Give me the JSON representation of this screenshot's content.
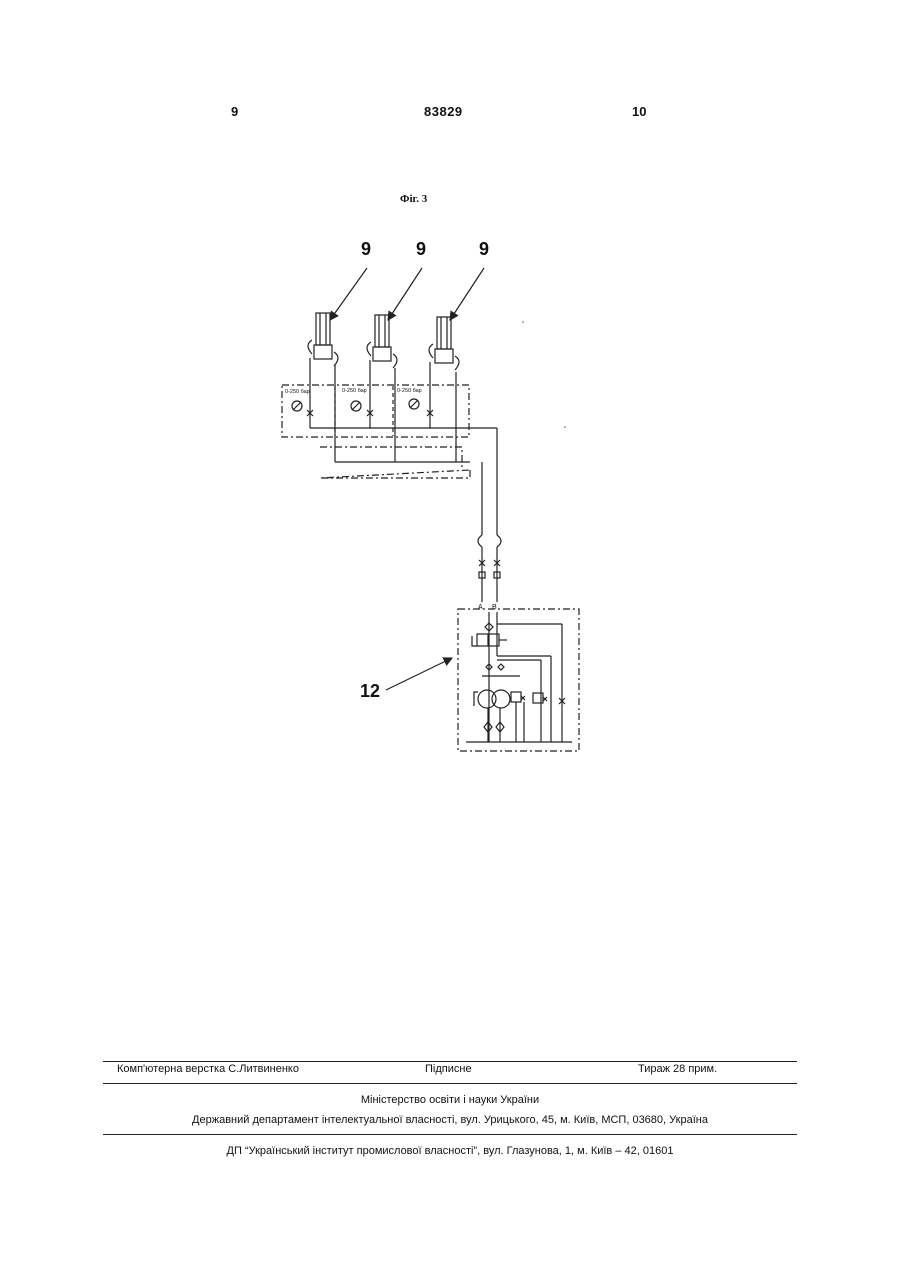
{
  "header": {
    "page_left": "9",
    "patent_number": "83829",
    "page_right": "10"
  },
  "figure": {
    "caption": "Фіг. 3",
    "unit_labels": [
      "9",
      "9",
      "9"
    ],
    "station_label": "12",
    "gauge_labels": [
      "0-250 бар",
      "0-250 бар",
      "0-250 бар"
    ],
    "port_labels": [
      "A",
      "B"
    ]
  },
  "footer": {
    "typeset": "Комп'ютерна верстка С.Литвиненко",
    "signed": "Підписне",
    "print_run": "Тираж 28 прим.",
    "ministry": "Міністерство освіти і науки України",
    "department": "Державний департамент інтелектуальної власності, вул. Урицького, 45, м. Київ, МСП, 03680, Україна",
    "institute": "ДП “Український інститут промислової власності”, вул. Глазунова, 1, м. Київ – 42, 01601"
  }
}
